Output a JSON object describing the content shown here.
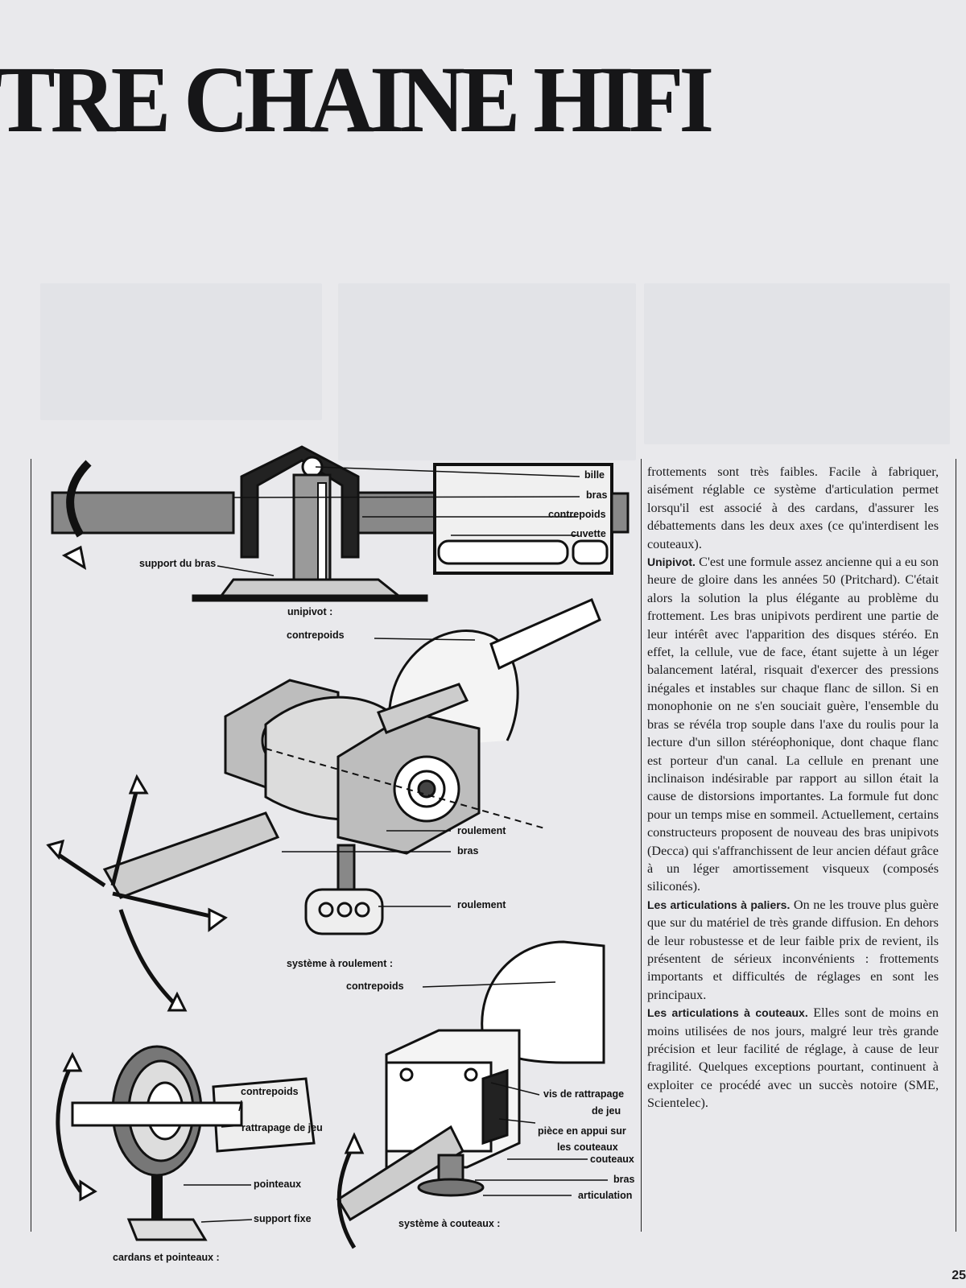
{
  "headline": "TRE CHAINE HIFI",
  "page_number": "25",
  "diagram_labels": {
    "bille": "bille",
    "bras": "bras",
    "contrepoids": "contrepoids",
    "cuvette": "cuvette",
    "support_du_bras": "support du bras",
    "unipivot": "unipivot :",
    "roulement_1": "roulement",
    "roulement_2": "roulement",
    "systeme_roulement": "système à roulement :",
    "vis_rattrapage_1": "vis de rattrapage",
    "vis_rattrapage_2": "de jeu",
    "piece_appui_1": "pièce en appui sur",
    "piece_appui_2": "les couteaux",
    "couteaux": "couteaux",
    "articulation": "articulation",
    "systeme_couteaux": "système à couteaux :",
    "rattrapage_de_jeu": "rattrapage de jeu",
    "pointeaux": "pointeaux",
    "support_fixe": "support fixe",
    "cardans_pointeaux": "cardans et pointeaux :"
  },
  "article": {
    "p1": "frottements sont très faibles. Facile à fabriquer, aisément réglable ce système d'articulation permet lorsqu'il est associé à des cardans, d'assurer les débattements dans les deux axes (ce qu'interdisent les couteaux).",
    "h2": "Unipivot.",
    "p2": "C'est une formule assez ancienne qui a eu son heure de gloire dans les années 50 (Pritchard). C'était alors la solution la plus élégante au problème du frottement. Les bras unipivots perdirent une partie de leur intérêt avec l'apparition des disques stéréo. En effet, la cellule, vue de face, étant sujette à un léger balancement latéral, risquait d'exercer des pressions inégales et instables sur chaque flanc de sillon. Si en monophonie on ne s'en souciait guère, l'ensemble du bras se révéla trop souple dans l'axe du roulis pour la lecture d'un sillon stéréophonique, dont chaque flanc est porteur d'un canal. La cellule en prenant une inclinaison indésirable par rapport au sillon était la cause de distorsions importantes. La formule fut donc pour un temps mise en sommeil. Actuellement, certains constructeurs proposent de nouveau des bras unipivots (Decca) qui s'affranchissent de leur ancien défaut grâce à un léger amortissement visqueux (composés siliconés).",
    "h3": "Les articulations à paliers.",
    "p3": "On ne les trouve plus guère que sur du matériel de très grande diffusion. En dehors de leur robustesse et de leur faible prix de revient, ils présentent de sérieux inconvénients : frottements importants et difficultés de réglages en sont les principaux.",
    "h4": "Les articulations à couteaux.",
    "p4": "Elles sont de moins en moins utilisées de nos jours, malgré leur très grande précision et leur facilité de réglage, à cause de leur fragilité. Quelques exceptions pourtant, continuent à exploiter ce procédé avec un succès notoire (SME, Scientelec)."
  }
}
